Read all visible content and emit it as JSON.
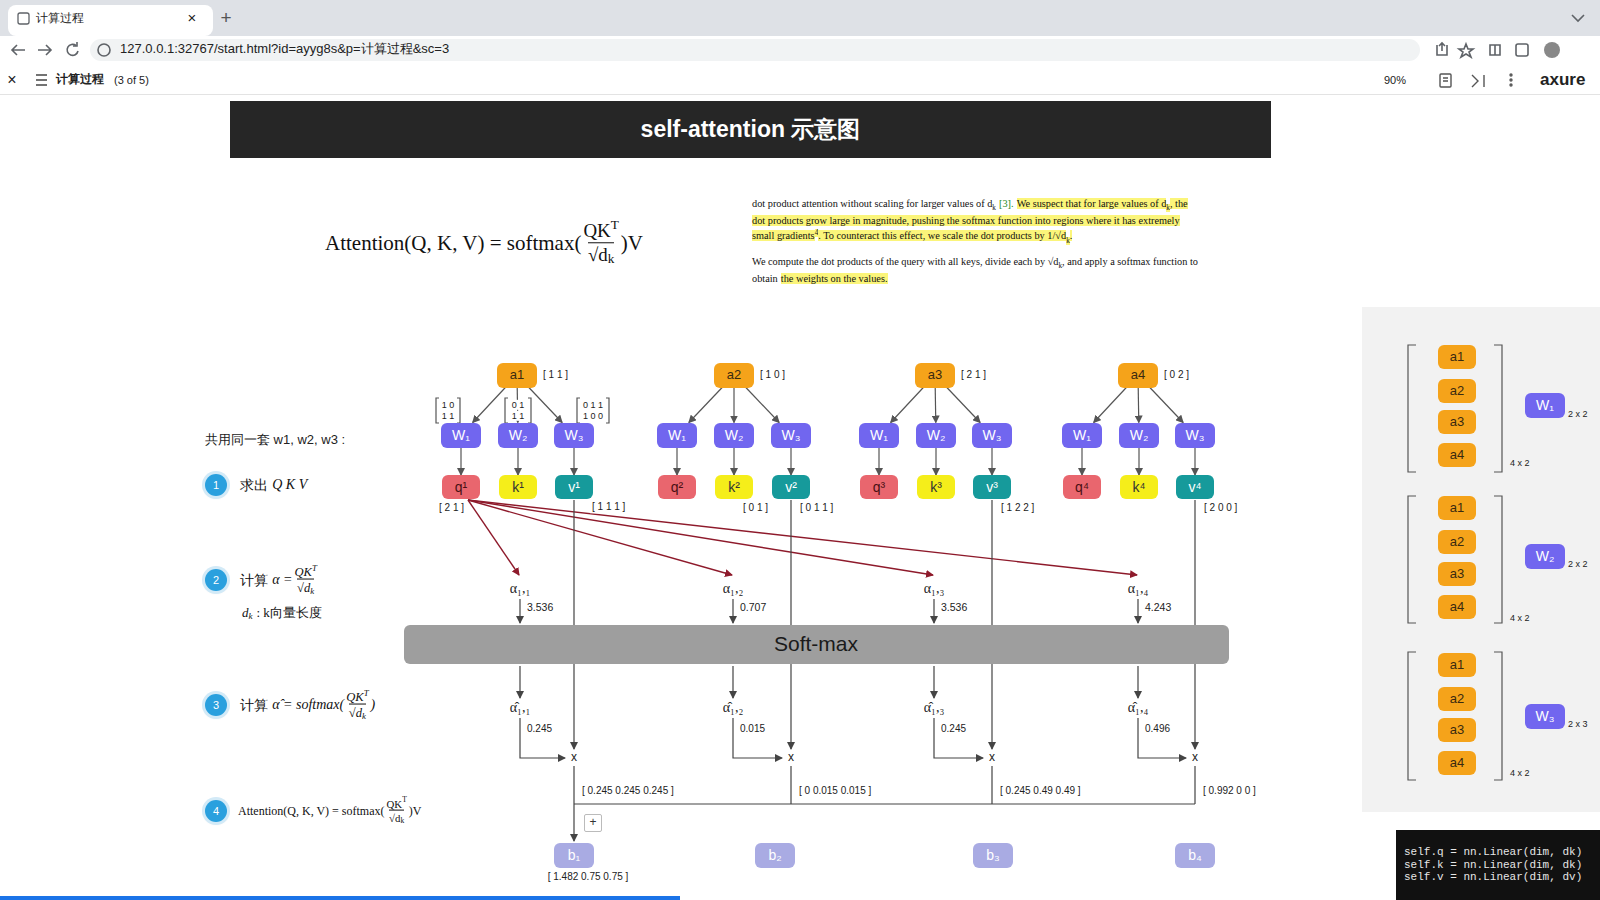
{
  "diagram": {
    "title": "self-attention 示意图",
    "nodes": [
      {
        "text": [
          "a1"
        ]
      },
      {
        "text": [
          "a2"
        ]
      },
      {
        "text": [
          "a3"
        ]
      },
      {
        "text": [
          "a4"
        ]
      },
      {
        "text": [
          "W₁"
        ]
      },
      {
        "text": [
          "W₂"
        ]
      },
      {
        "text": [
          "W₃"
        ]
      },
      {
        "text": [
          "W₁"
        ]
      },
      {
        "text": [
          "W₂"
        ]
      },
      {
        "text": [
          "W₃"
        ]
      },
      {
        "text": [
          "W₁"
        ]
      },
      {
        "text": [
          "W₂"
        ]
      },
      {
        "text": [
          "W₃"
        ]
      },
      {
        "text": [
          "W₁"
        ]
      },
      {
        "text": [
          "W₂"
        ]
      },
      {
        "text": [
          "W₃"
        ]
      },
      {
        "text": [
          "q¹"
        ]
      },
      {
        "text": [
          "k¹"
        ]
      },
      {
        "text": [
          "v¹"
        ]
      },
      {
        "text": [
          "q²"
        ]
      },
      {
        "text": [
          "k²"
        ]
      },
      {
        "text": [
          "v²"
        ]
      },
      {
        "text": [
          "q³"
        ]
      },
      {
        "text": [
          "k³"
        ]
      },
      {
        "text": [
          "v³"
        ]
      },
      {
        "text": [
          "q⁴"
        ]
      },
      {
        "text": [
          "k⁴"
        ]
      },
      {
        "text": [
          "v⁴"
        ]
      },
      {
        "text": [
          "Soft-max"
        ]
      },
      {
        "text": [
          "+"
        ]
      },
      {
        "text": [
          "b₁"
        ]
      },
      {
        "text": [
          "b₂"
        ]
      },
      {
        "text": [
          "b₃"
        ]
      },
      {
        "text": [
          "b₄"
        ]
      },
      {
        "text": [
          "1"
        ]
      },
      {
        "text": [
          "2"
        ]
      },
      {
        "text": [
          "3"
        ]
      },
      {
        "text": [
          "4"
        ]
      },
      {
        "text": [
          "a1"
        ]
      },
      {
        "text": [
          "a2"
        ]
      },
      {
        "text": [
          "a3"
        ]
      },
      {
        "text": [
          "a4"
        ]
      },
      {
        "text": [
          "W₁"
        ]
      },
      {
        "text": [
          "a1"
        ]
      },
      {
        "text": [
          "a2"
        ]
      },
      {
        "text": [
          "a3"
        ]
      },
      {
        "text": [
          "a4"
        ]
      },
      {
        "text": [
          "W₂"
        ]
      },
      {
        "text": [
          "a1"
        ]
      },
      {
        "text": [
          "a2"
        ]
      },
      {
        "text": [
          "a3"
        ]
      },
      {
        "text": [
          "a4"
        ]
      },
      {
        "text": [
          "W₃"
        ]
      },
      {
        "text": [
          "self.q = nn.Linear(dim, dk)",
          "self.k = nn.Linear(dim, dk)",
          "self.v = nn.Linear(dim, dv)"
        ]
      }
    ],
    "edges": [
      {
        "from": 0,
        "to": 4,
        "arrow": "to"
      },
      {
        "from": 0,
        "to": 5,
        "arrow": "to"
      },
      {
        "from": 0,
        "to": 6,
        "arrow": "to"
      },
      {
        "from": 4,
        "to": 16,
        "arrow": "to"
      },
      {
        "from": 5,
        "to": 17,
        "arrow": "to"
      },
      {
        "from": 6,
        "to": 18,
        "arrow": "to"
      },
      {
        "from": 1,
        "to": 7,
        "arrow": "to"
      },
      {
        "from": 1,
        "to": 8,
        "arrow": "to"
      },
      {
        "from": 1,
        "to": 9,
        "arrow": "to"
      },
      {
        "from": 7,
        "to": 19,
        "arrow": "to"
      },
      {
        "from": 8,
        "to": 20,
        "arrow": "to"
      },
      {
        "from": 9,
        "to": 21,
        "arrow": "to"
      },
      {
        "from": 2,
        "to": 10,
        "arrow": "to"
      },
      {
        "from": 2,
        "to": 11,
        "arrow": "to"
      },
      {
        "from": 2,
        "to": 12,
        "arrow": "to"
      },
      {
        "from": 10,
        "to": 22,
        "arrow": "to"
      },
      {
        "from": 11,
        "to": 23,
        "arrow": "to"
      },
      {
        "from": 12,
        "to": 24,
        "arrow": "to"
      },
      {
        "from": 3,
        "to": 13,
        "arrow": "to"
      },
      {
        "from": 3,
        "to": 14,
        "arrow": "to"
      },
      {
        "from": 3,
        "to": 15,
        "arrow": "to"
      },
      {
        "from": 13,
        "to": 25,
        "arrow": "to"
      },
      {
        "from": 14,
        "to": 26,
        "arrow": "to"
      },
      {
        "from": 15,
        "to": 27,
        "arrow": "to"
      }
    ],
    "labels": [
      "计算过程",
      "×",
      "+",
      "127.0.0.1:32767/start.html?id=ayyg8s&p=计算过程&sc=3",
      "×",
      "计算过程",
      "(3 of 5)",
      "90%",
      "axure",
      "Attention(Q, K, V) = softmax(",
      "QK",
      "T",
      "√d",
      "k",
      ")V",
      "dot product attention without scaling for larger values of d",
      "k",
      "[3].",
      "We suspect that for large values of d",
      "k",
      ", the dot products grow large in magnitude, pushing the softmax function into regions where it has extremely small gradients",
      "4",
      ". To counteract this effect, we scale the dot products by 1/√d",
      "k",
      ".",
      "We compute the dot products of the query with all keys, divide each by √d",
      "k",
      ", and apply a softmax function to obtain",
      "the weights on the values.",
      "共用同一套 w1, w2, w3 :",
      "求出",
      "Q K V",
      "计算",
      "α =",
      "QK",
      "T",
      "√d",
      "k",
      "d",
      "k",
      ": k向量长度",
      "计算",
      "α̂ = softmax(",
      "QK",
      "T",
      "√d",
      "k",
      ")",
      "Attention(Q, K, V) = softmax(",
      "QK",
      "T",
      "√d",
      "k",
      ")V",
      "[ 1 1 ]",
      "[ 1 0 ]",
      "[ 2 1 ]",
      "[ 0 2 ]",
      "1 0",
      "1 1",
      "0 1",
      "1 1",
      "0 1 1",
      "1 0 0",
      "[ 2 1 ]",
      "[ 1 1 1 ]",
      "[ 0 1 ]",
      "[ 0 1 1 ]",
      "[ 1 2 2 ]",
      "[ 2 0 0 ]",
      "α₁,₁",
      "α₁,₂",
      "α₁,₃",
      "α₁,₄",
      "3.536",
      "0.707",
      "3.536",
      "4.243",
      "α̂₁,₁",
      "α̂₁,₂",
      "α̂₁,₃",
      "α̂₁,₄",
      "0.245",
      "0.015",
      "0.245",
      "0.496",
      "x",
      "x",
      "x",
      "x",
      "[ 0.245 0.245 0.245 ]",
      "[ 0 0.015 0.015 ]",
      "[ 0.245 0.49 0.49 ]",
      "[ 0.992 0 0 ]",
      "[ 1.482 0.75 0.75 ]",
      "2 x 2",
      "4 x 2",
      "2 x 2",
      "4 x 2",
      "2 x 3",
      "4 x 2"
    ]
  }
}
